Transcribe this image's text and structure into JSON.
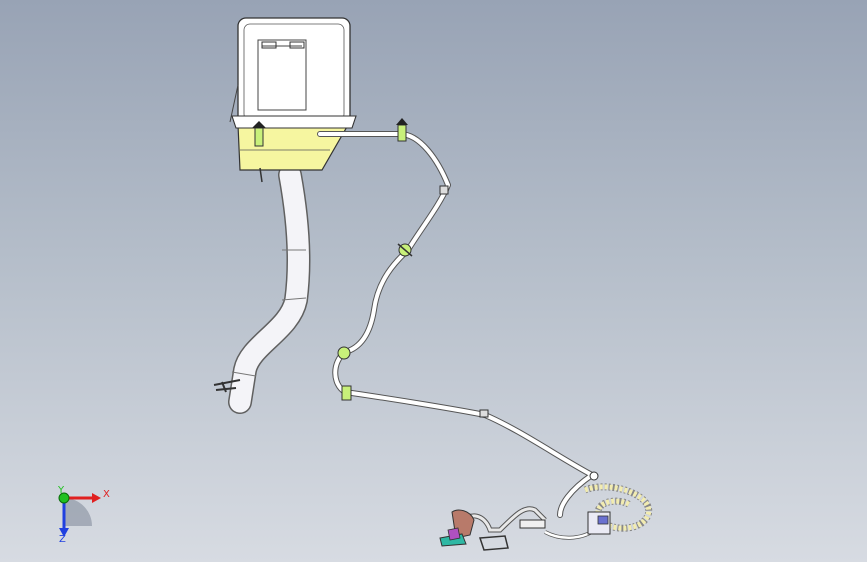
{
  "viewport": {
    "background_top": "#98a3b5",
    "background_bottom": "#d7dbe2"
  },
  "model": {
    "tank_color": "#f6f6a0",
    "tank_lid_color": "#ffffff",
    "hose_color": "#ffffff",
    "clip_color": "#c8f07a",
    "pump_color": "#b87a6a"
  },
  "triad": {
    "x_label": "X",
    "y_label": "Y",
    "z_label": "Z",
    "x_color": "#e02020",
    "y_color": "#20c020",
    "z_color": "#2040e0"
  }
}
